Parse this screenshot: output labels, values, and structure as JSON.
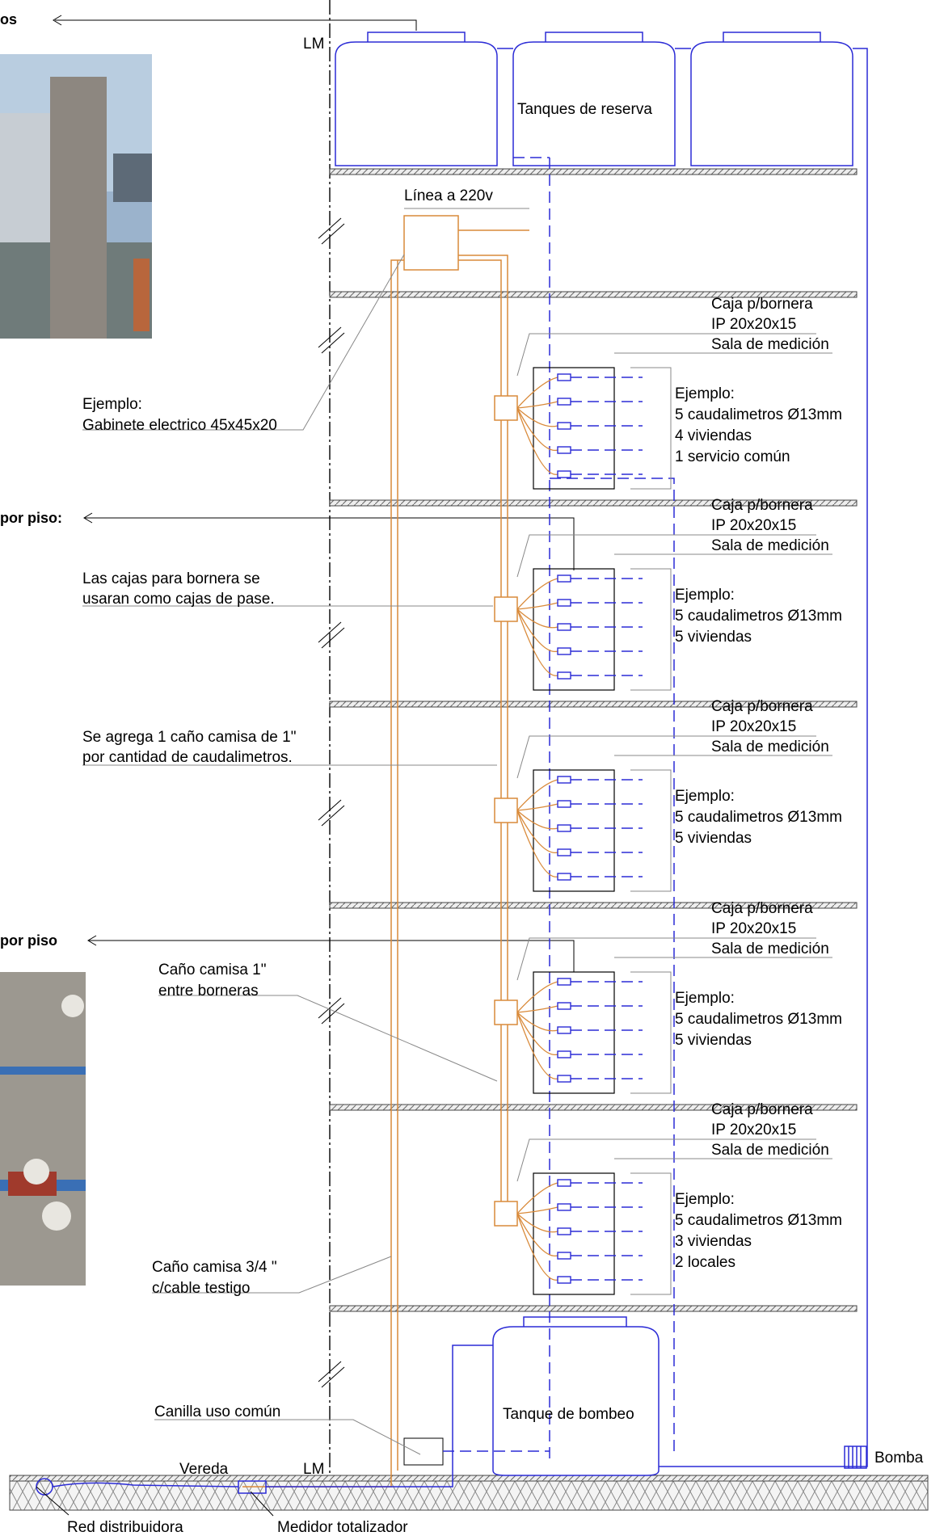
{
  "headings": {
    "top": "os",
    "mid": "por piso:",
    "low": "por piso"
  },
  "labels": {
    "lm_top": "LM",
    "lm_bottom": "LM",
    "tanques_reserva": "Tanques de reserva",
    "linea_220": "Línea a 220v",
    "gabinete_1": "Ejemplo:",
    "gabinete_2": "Gabinete electrico 45x45x20",
    "cajas_pase_1": "Las cajas para bornera se",
    "cajas_pase_2": "usaran como cajas de pase.",
    "cano_1": "Se agrega 1 caño camisa de 1\"",
    "cano_2": "por cantidad de caudalimetros.",
    "entre_1": "Caño camisa 1\"",
    "entre_2": "entre borneras",
    "testigo_1": "Caño camisa 3/4 \"",
    "testigo_2": "c/cable testigo",
    "canilla": "Canilla uso común",
    "vereda": "Vereda",
    "tanque_bombeo": "Tanque de bombeo",
    "bomba": "Bomba",
    "red": "Red distribuidora",
    "medidor": "Medidor totalizador"
  },
  "floors": [
    {
      "caja1": "Caja p/bornera",
      "caja2": "IP 20x20x15",
      "sala": "Sala de medición",
      "lines": [
        "Ejemplo:",
        "5 caudalimetros Ø13mm",
        "4 viviendas",
        "1 servicio común"
      ]
    },
    {
      "caja1": "Caja p/bornera",
      "caja2": "IP 20x20x15",
      "sala": "Sala de medición",
      "lines": [
        "Ejemplo:",
        "5 caudalimetros Ø13mm",
        "5 viviendas"
      ]
    },
    {
      "caja1": "Caja p/bornera",
      "caja2": "IP 20x20x15",
      "sala": "Sala de medición",
      "lines": [
        "Ejemplo:",
        "5 caudalimetros Ø13mm",
        "5 viviendas"
      ]
    },
    {
      "caja1": "Caja p/bornera",
      "caja2": "IP 20x20x15",
      "sala": "Sala de medición",
      "lines": [
        "Ejemplo:",
        "5 caudalimetros Ø13mm",
        "5 viviendas"
      ]
    },
    {
      "caja1": "Caja p/bornera",
      "caja2": "IP 20x20x15",
      "sala": "Sala de medición",
      "lines": [
        "Ejemplo:",
        "5 caudalimetros Ø13mm",
        "3 viviendas",
        "2 locales"
      ]
    }
  ],
  "colors": {
    "water": "#2b2bd6",
    "electric": "#d98a3a",
    "line": "#000000"
  }
}
